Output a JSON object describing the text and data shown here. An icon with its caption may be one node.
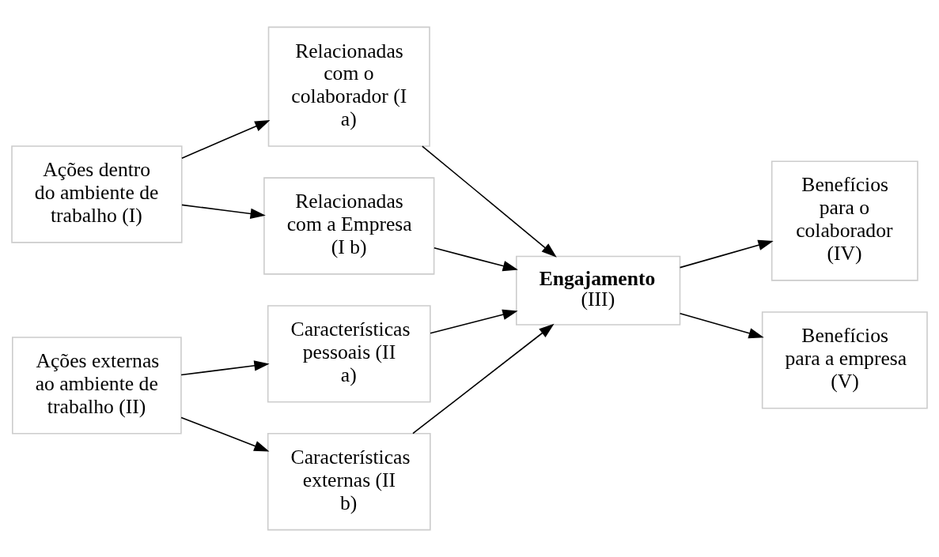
{
  "diagram": {
    "nodes": [
      {
        "text": [
          "Ações dentro do ambiente de trabalho (I)"
        ]
      },
      {
        "text": [
          "Relacionadas com o colaborador (I a)"
        ]
      },
      {
        "text": [
          "Relacionadas com a Empresa (I b)"
        ]
      },
      {
        "text": [
          "Ações externas ao ambiente de trabalho (II)"
        ]
      },
      {
        "text": [
          "Características pessoais (II a)"
        ]
      },
      {
        "text": [
          "Características externas (II b)"
        ]
      },
      {
        "text": [
          "Engajamento",
          "(III)"
        ]
      },
      {
        "text": [
          "Benefícios para o colaborador (IV)"
        ]
      },
      {
        "text": [
          "Benefícios para a empresa (V)"
        ]
      }
    ],
    "edges": [
      {
        "from": 0,
        "to": 1,
        "arrow": "to"
      },
      {
        "from": 0,
        "to": 2,
        "arrow": "to"
      },
      {
        "from": 3,
        "to": 4,
        "arrow": "to"
      },
      {
        "from": 3,
        "to": 5,
        "arrow": "to"
      },
      {
        "from": 1,
        "to": 6,
        "arrow": "to"
      },
      {
        "from": 2,
        "to": 6,
        "arrow": "to"
      },
      {
        "from": 4,
        "to": 6,
        "arrow": "to"
      },
      {
        "from": 5,
        "to": 6,
        "arrow": "to"
      },
      {
        "from": 6,
        "to": 7,
        "arrow": "to"
      },
      {
        "from": 6,
        "to": 8,
        "arrow": "to"
      }
    ]
  }
}
